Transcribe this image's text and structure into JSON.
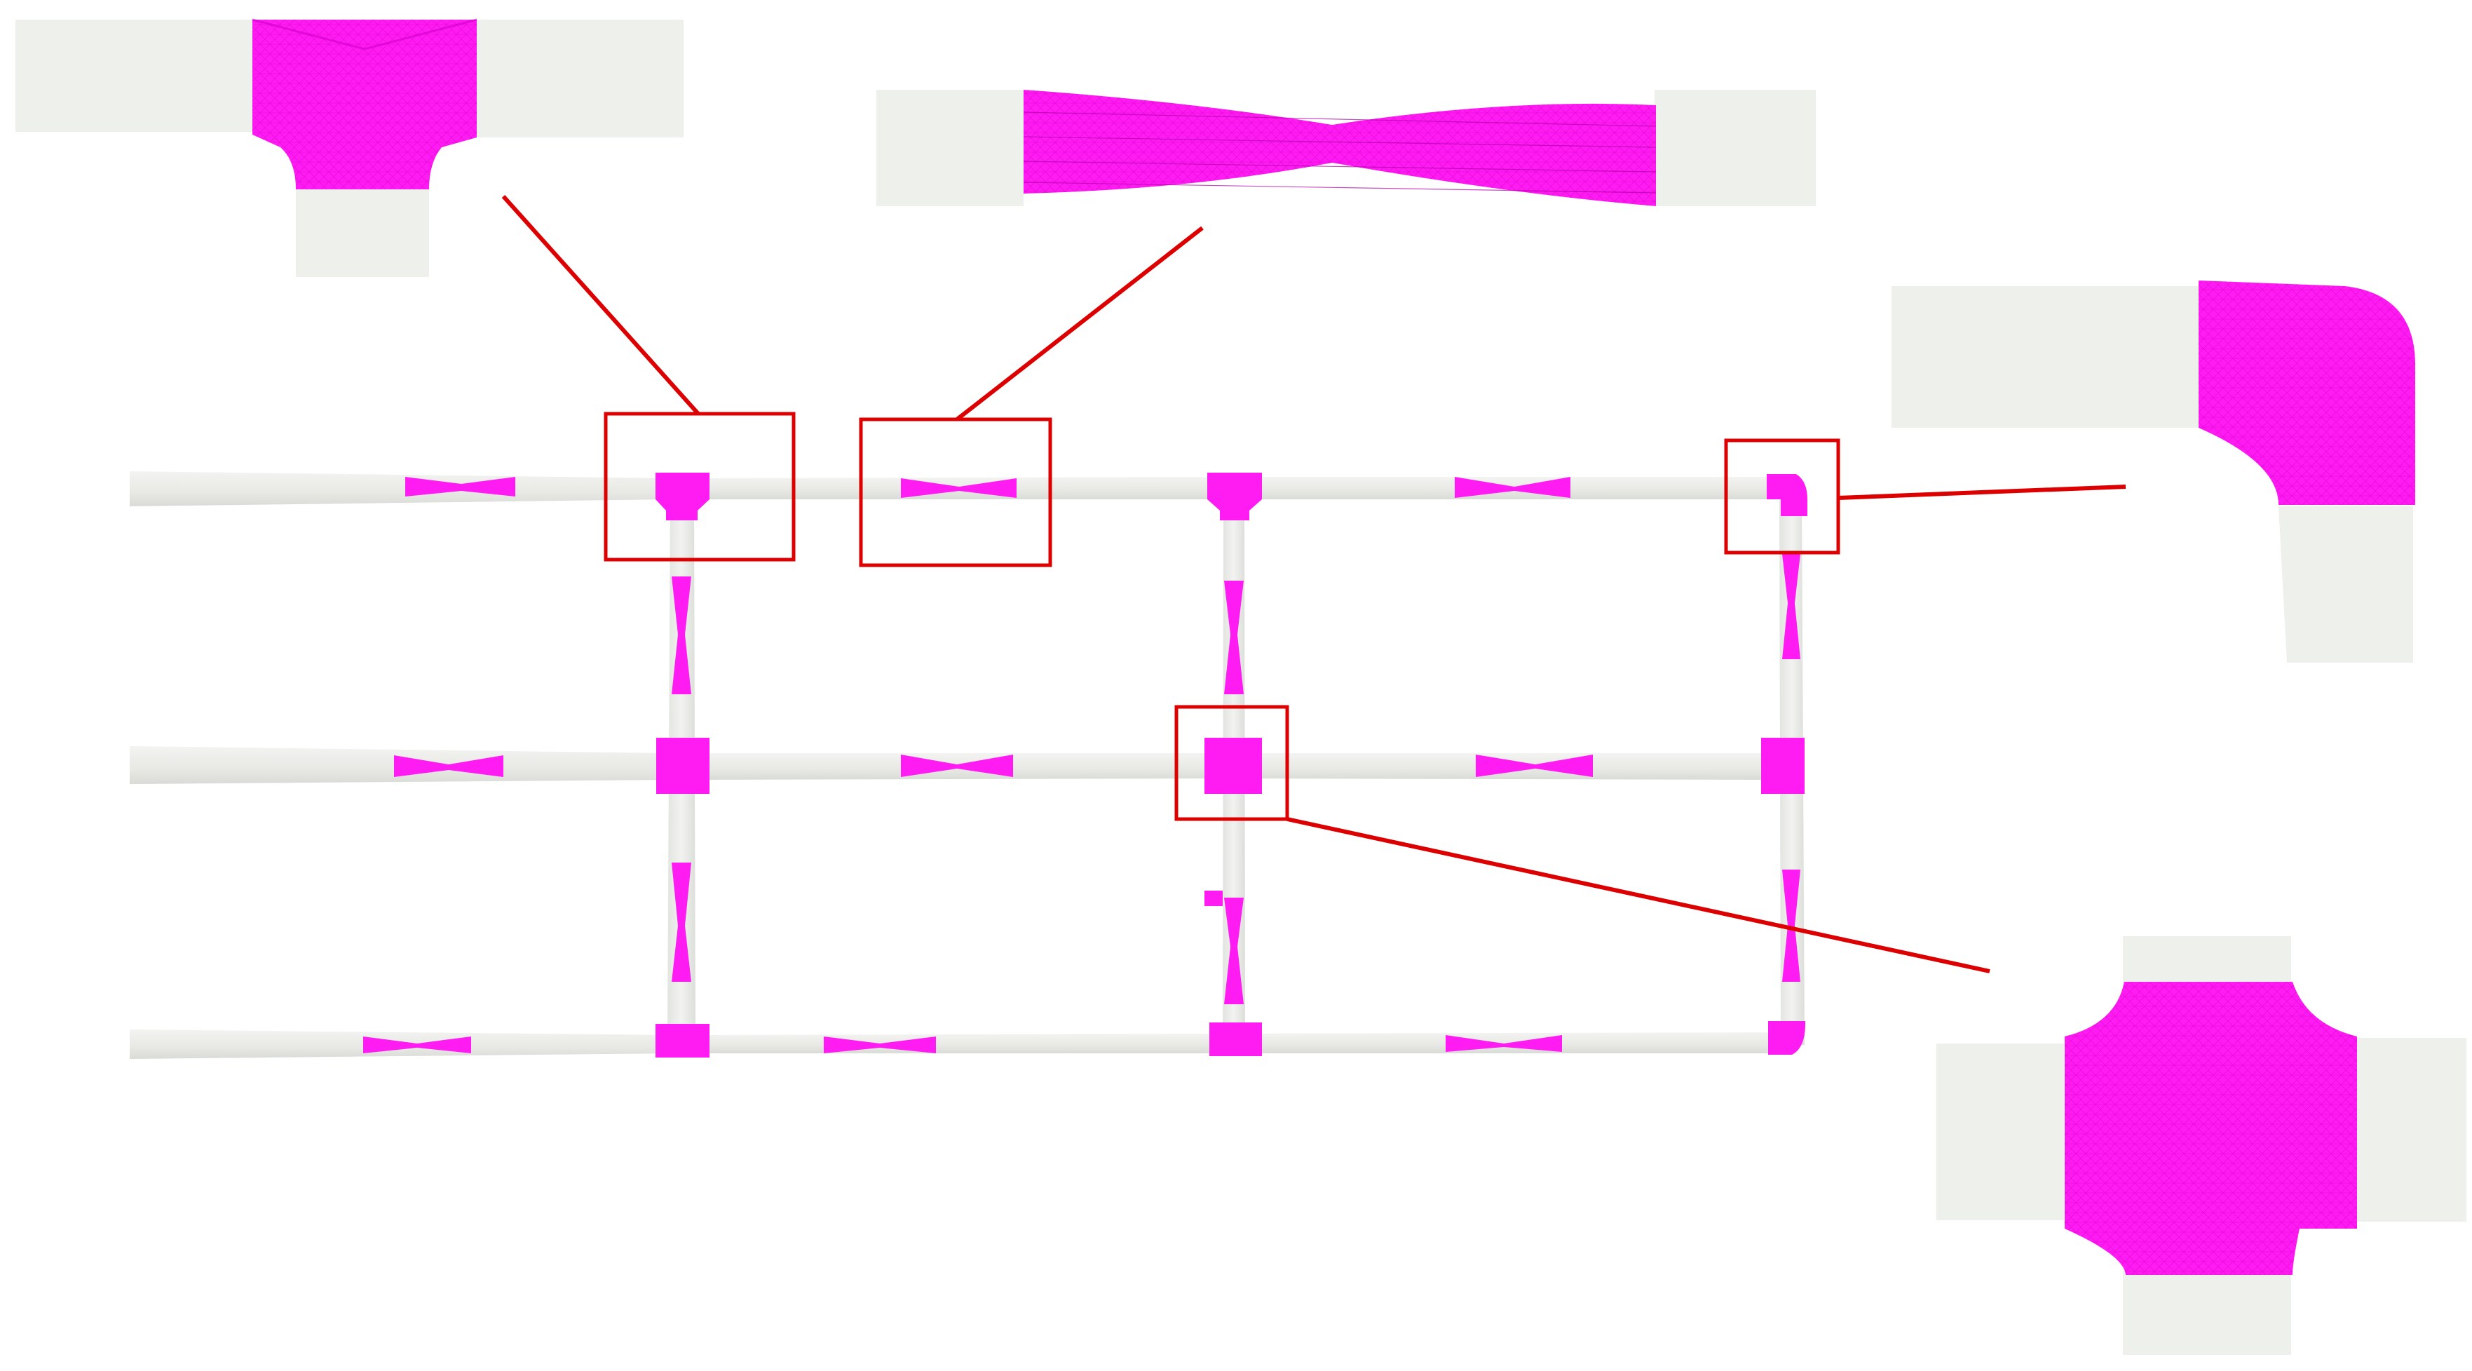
{
  "colors": {
    "background": "#ffffff",
    "pipe": "#edeeea",
    "pipe_shade": "#dcdeda",
    "mesh": "#ff1cf2",
    "mesh_line": "#c000b8",
    "callout": "#dd0000"
  },
  "network": {
    "horizontal_pipes": 3,
    "vertical_pipes": 3,
    "junction_types": [
      "tee-junction",
      "cross-junction",
      "elbow-junction"
    ]
  },
  "callouts": [
    {
      "label": "tee-junction-detail"
    },
    {
      "label": "straight-pipe-detail"
    },
    {
      "label": "elbow-junction-detail"
    },
    {
      "label": "cross-junction-detail"
    }
  ]
}
